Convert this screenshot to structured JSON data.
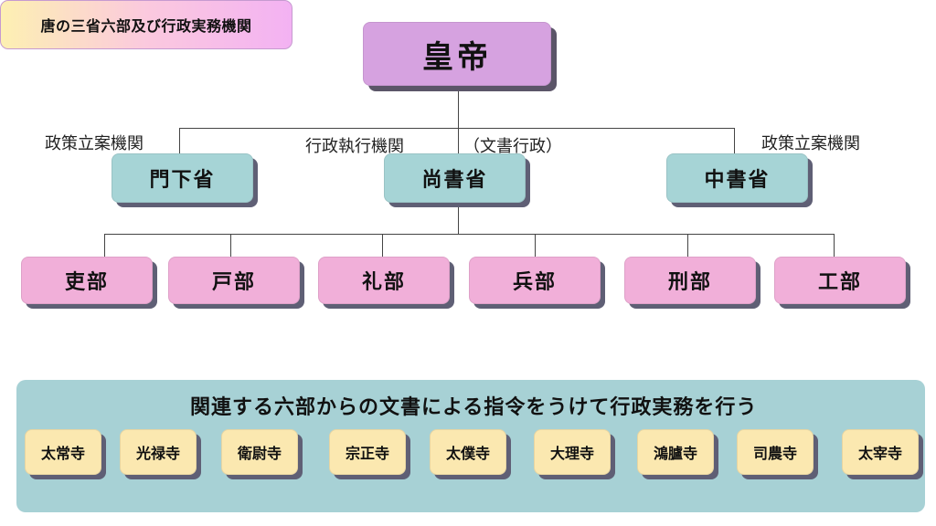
{
  "title": "唐の三省六部及び行政実務機関",
  "emperor": "皇帝",
  "ministries": [
    {
      "name": "門下省",
      "note": "政策立案機関"
    },
    {
      "name": "尚書省",
      "note": "行政執行機関",
      "note2": "（文書行政）"
    },
    {
      "name": "中書省",
      "note": "政策立案機関"
    }
  ],
  "departments": [
    "吏部",
    "戸部",
    "礼部",
    "兵部",
    "刑部",
    "工部"
  ],
  "panel": {
    "caption": "関連する六部からの文書による指令をうけて行政実務を行う",
    "temples": [
      "太常寺",
      "光禄寺",
      "衛尉寺",
      "宗正寺",
      "太僕寺",
      "大理寺",
      "鴻臚寺",
      "司農寺",
      "太宰寺"
    ]
  },
  "colors": {
    "emperor": "#d6a2e0",
    "ministry": "#a6d4d6",
    "department": "#f1afd9",
    "panel": "#a7d1d5",
    "temple": "#fbe8b0"
  }
}
